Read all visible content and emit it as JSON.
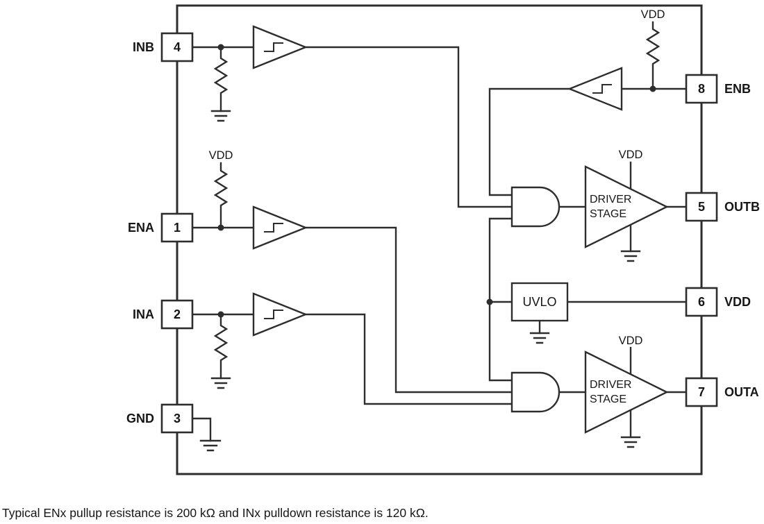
{
  "figure": {
    "footer": "Typical ENx pullup resistance is 200 kΩ and INx pulldown resistance is 120 kΩ."
  },
  "pins": {
    "left": [
      {
        "name": "INB",
        "number": "4"
      },
      {
        "name": "ENA",
        "number": "1"
      },
      {
        "name": "INA",
        "number": "2"
      },
      {
        "name": "GND",
        "number": "3"
      }
    ],
    "right": [
      {
        "name": "ENB",
        "number": "8"
      },
      {
        "name": "OUTB",
        "number": "5"
      },
      {
        "name": "VDD",
        "number": "6"
      },
      {
        "name": "OUTA",
        "number": "7"
      }
    ]
  },
  "labels": {
    "vdd": "VDD",
    "uvlo": "UVLO",
    "driver_line1": "DRIVER",
    "driver_line2": "STAGE"
  },
  "colors": {
    "line": "#2d2d2d",
    "text": "#161616",
    "background": "#ffffff"
  }
}
